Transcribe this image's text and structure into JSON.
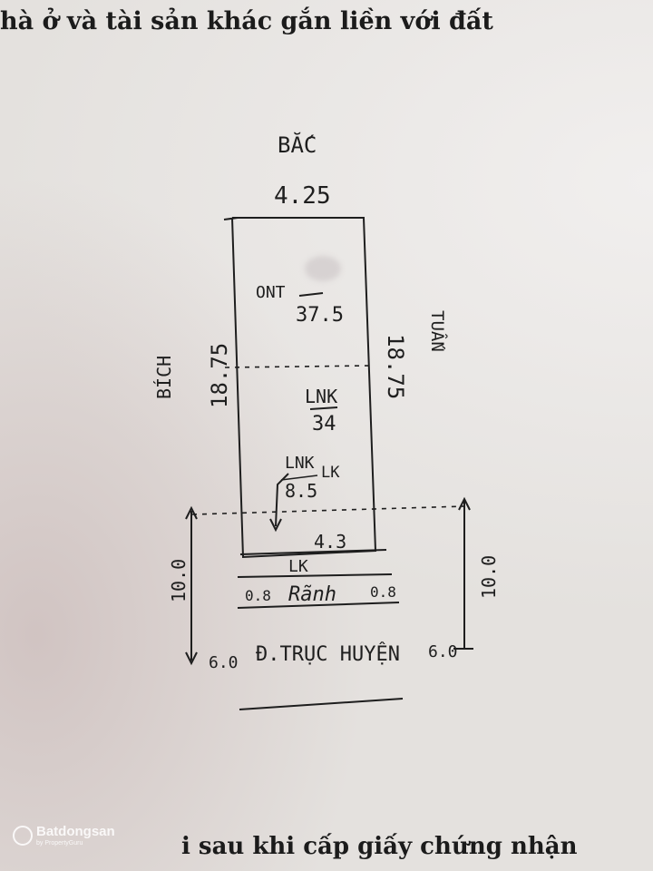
{
  "document": {
    "header": "hà ở và tài sản khác gắn liền với đất",
    "footer": "i sau khi cấp giấy chứng nhận"
  },
  "plot": {
    "north_label": "BẮC",
    "top_width": "4.25",
    "parcel_type_main": "ONT",
    "parcel_main_area": "37.5",
    "parcel_lnk_label": "LNK",
    "parcel_lnk_area": "34",
    "inner_lnk_label": "LNK",
    "inner_lk_label": "LK",
    "inner_area": "8.5",
    "bottom_width": "4.3",
    "left_neighbor": "BÍCH",
    "left_length": "18.75",
    "right_neighbor": "TUẤN",
    "right_length": "18.75",
    "corridor_label": "LK",
    "ditch_left": "0.8",
    "ditch_label": "Rãnh",
    "ditch_right": "0.8",
    "left_offset": "10.0",
    "right_offset": "10.0",
    "road_left": "6.0",
    "road_name": "Đ.TRỤC HUYỆN",
    "road_right": "6.0"
  },
  "watermark": {
    "brand": "Batdongsan",
    "sub": "by PropertyGuru",
    "logo_icon": "batdongsan-logo-icon"
  }
}
